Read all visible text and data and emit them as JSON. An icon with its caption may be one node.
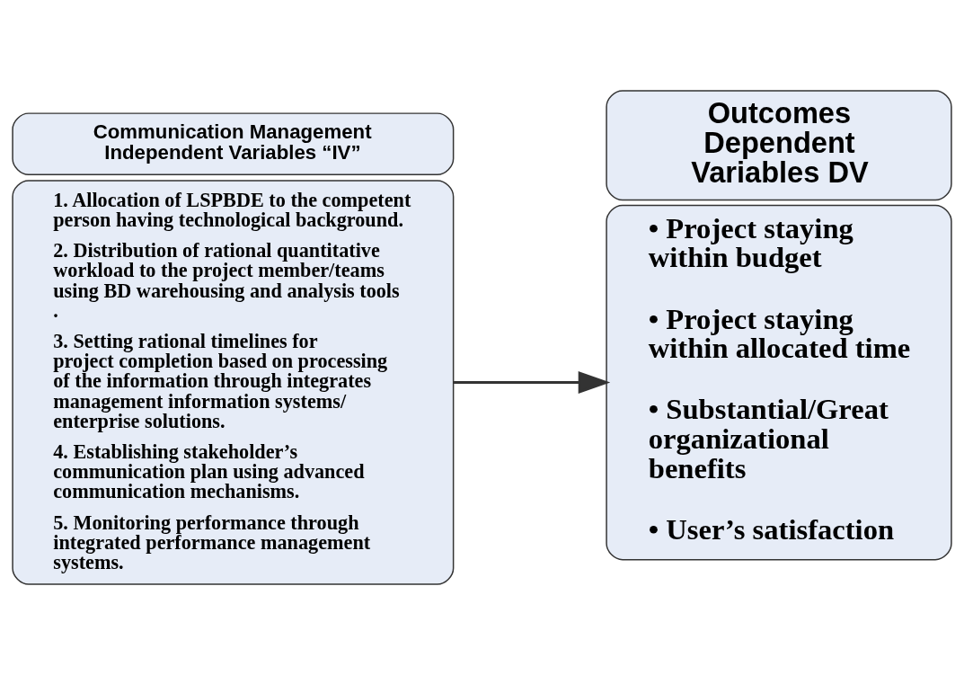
{
  "diagram": {
    "nodes": [
      {
        "text": [
          "Communication Management Independent Variables “IV”"
        ]
      },
      {
        "text": [
          "1. Allocation of LSPBDE to the competent person having technological background.",
          "2. Distribution of rational quantitative workload to the project member/teams using BD warehousing and analysis tools .",
          "3. Setting rational timelines for project completion based on processing of the information through integrates management information systems/ enterprise solutions.",
          "4. Establishing stakeholder’s communication plan using advanced communication mechanisms.",
          "5. Monitoring performance through integrated performance management systems."
        ]
      },
      {
        "text": [
          "Outcomes Dependent Variables DV"
        ]
      },
      {
        "text": [
          "• Project staying within budget",
          "• Project staying within allocated time",
          "• Substantial/Great organizational benefits",
          "• User’s satisfaction"
        ]
      }
    ],
    "edges": [
      {
        "from": 1,
        "to": 3,
        "arrow": "to"
      }
    ]
  }
}
